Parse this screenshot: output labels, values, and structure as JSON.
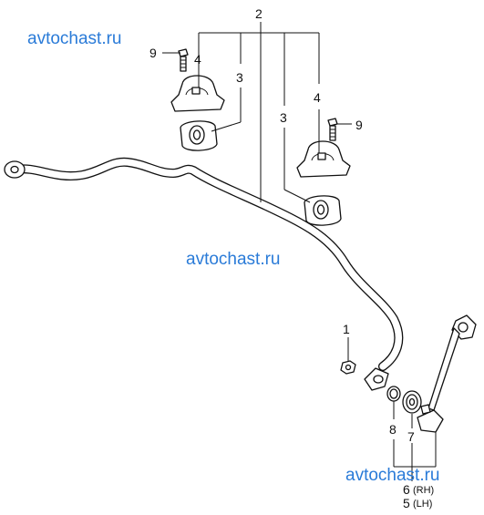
{
  "watermarks": [
    "avtochast.ru",
    "avtochast.ru",
    "avtochast.ru"
  ],
  "callouts": {
    "c1": "1",
    "c2": "2",
    "c3a": "3",
    "c3b": "3",
    "c4a": "4",
    "c4b": "4",
    "c5": "5",
    "c5_side": "(LH)",
    "c6": "6",
    "c6_side": "(RH)",
    "c7": "7",
    "c8": "8",
    "c9a": "9",
    "c9b": "9"
  },
  "colors": {
    "watermark": "#2a7bd8",
    "line": "#111111"
  }
}
